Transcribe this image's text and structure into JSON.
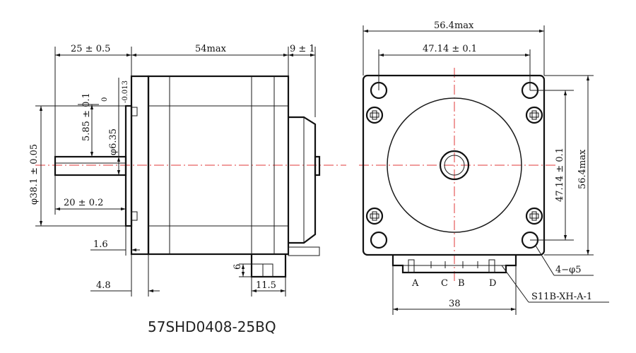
{
  "model": "57SHD0408-25BQ",
  "side_view": {
    "dim_shaft_length": "25 ± 0.5",
    "dim_body_length": "54max",
    "dim_rear": "9 ± 1",
    "dim_flat": "5.85 ± 0.1",
    "dim_shaft_dia": "φ6.35",
    "dim_shaft_tol_upper": "0",
    "dim_shaft_tol_lower": "-0.013",
    "dim_pilot_dia": "φ38.1 ± 0.05",
    "dim_flat_length": "20 ± 0.2",
    "dim_pilot_height": "1.6",
    "dim_flange": "4.8",
    "dim_connector_h": "6",
    "dim_connector_w": "11.5"
  },
  "front_view": {
    "dim_width_max": "56.4max",
    "dim_hole_spacing_h": "47.14 ± 0.1",
    "dim_hole_spacing_v": "47.14 ± 0.1",
    "dim_height_max": "56.4max",
    "dim_connector_width": "38",
    "holes_label": "4−φ5",
    "connector_label": "S11B-XH-A-1",
    "pin_a": "A",
    "pin_c": "C",
    "pin_b": "B",
    "pin_d": "D"
  }
}
